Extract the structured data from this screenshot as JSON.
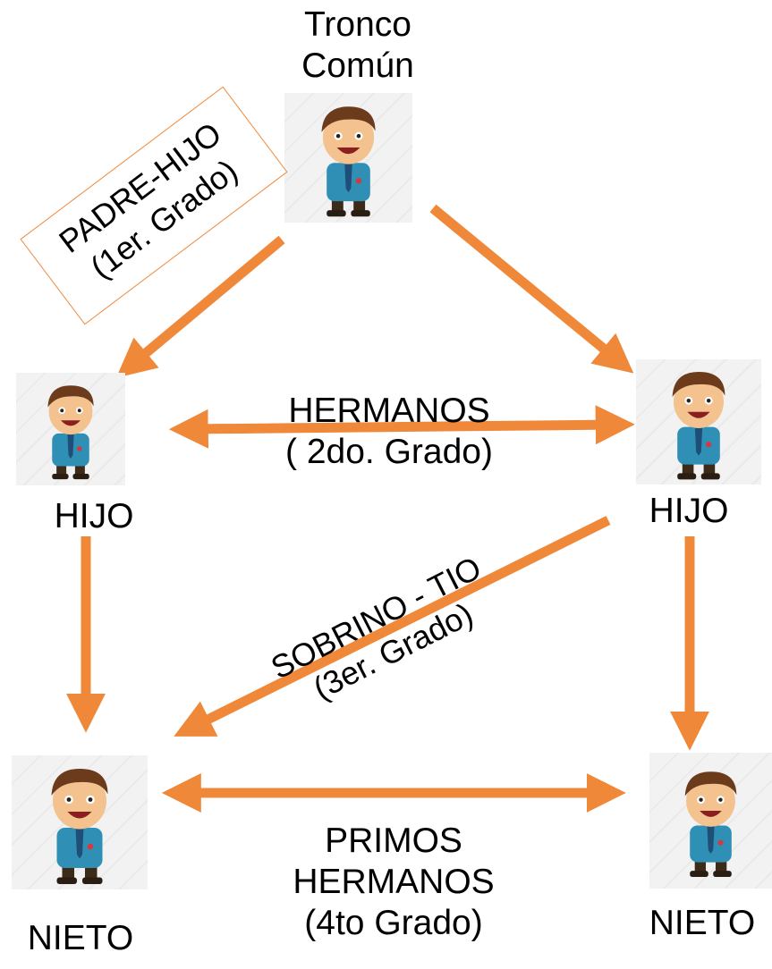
{
  "colors": {
    "arrow": "#f0883a",
    "tile": "#f2f2f2"
  },
  "nodes": {
    "root": {
      "label_line1": "Tronco",
      "label_line2": "Común",
      "icon": "person-avatar-icon"
    },
    "child_left": {
      "label": "HIJO",
      "icon": "person-avatar-icon"
    },
    "child_right": {
      "label": "HIJO",
      "icon": "person-avatar-icon"
    },
    "grandchild_left": {
      "label": "NIETO",
      "icon": "person-avatar-icon"
    },
    "grandchild_right": {
      "label": "NIETO",
      "icon": "person-avatar-icon"
    }
  },
  "relations": {
    "parent_child": {
      "line1": "PADRE-HIJO",
      "line2": "(1er. Grado)"
    },
    "siblings": {
      "line1": "HERMANOS",
      "line2": "( 2do. Grado)"
    },
    "nephew_uncle": {
      "line1": "SOBRINO - TIO",
      "line2": "(3er. Grado)"
    },
    "cousins": {
      "line1": "PRIMOS",
      "line2": "HERMANOS",
      "line3": "(4to Grado)"
    }
  }
}
